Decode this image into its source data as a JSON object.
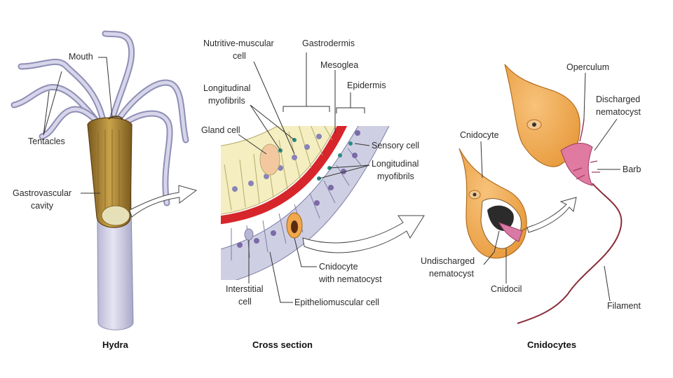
{
  "panels": {
    "hydra": {
      "caption": "Hydra",
      "labels": {
        "mouth": "Mouth",
        "tentacles": "Tentacles",
        "gastrovascular_1": "Gastrovascular",
        "gastrovascular_2": "cavity"
      }
    },
    "cross_section": {
      "caption": "Cross section",
      "labels": {
        "nutritive_1": "Nutritive-muscular",
        "nutritive_2": "cell",
        "gastrodermis": "Gastrodermis",
        "mesoglea": "Mesoglea",
        "epidermis": "Epidermis",
        "longitudinal_left_1": "Longitudinal",
        "longitudinal_left_2": "myofibrils",
        "gland_cell": "Gland cell",
        "sensory_cell": "Sensory cell",
        "longitudinal_right_1": "Longitudinal",
        "longitudinal_right_2": "myofibrils",
        "cnidocyte_1": "Cnidocyte",
        "cnidocyte_2": "with nematocyst",
        "interstitial_1": "Interstitial",
        "interstitial_2": "cell",
        "epitheliomuscular": "Epitheliomuscular cell"
      }
    },
    "cnidocytes": {
      "caption": "Cnidocytes",
      "labels": {
        "operculum": "Operculum",
        "discharged_1": "Discharged",
        "discharged_2": "nematocyst",
        "cnidocyte": "Cnidocyte",
        "barb": "Barb",
        "undischarged_1": "Undischarged",
        "undischarged_2": "nematocyst",
        "cnidocil": "Cnidocil",
        "filament": "Filament"
      }
    }
  }
}
